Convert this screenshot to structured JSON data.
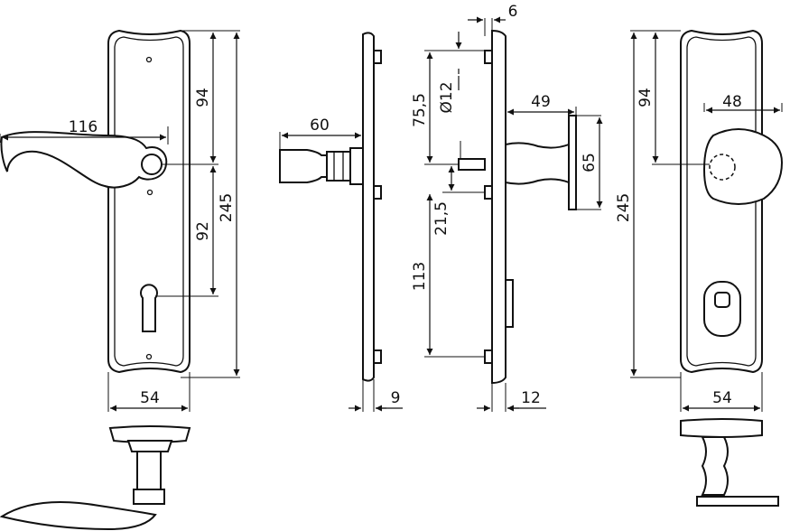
{
  "dimensions": {
    "lever_reach": "116",
    "spindle_to_top": "94",
    "spindle_to_keyhole": "92",
    "plate_height_left": "245",
    "plate_width_left": "54",
    "lever_projection": "60",
    "plate_thickness_inner": "9",
    "top_offset": "6",
    "spindle_diameter": "Ø12",
    "top_to_spindle_side": "75,5",
    "knob_projection": "49",
    "knob_diameter": "65",
    "spindle_to_screw": "21,5",
    "screw_spacing": "113",
    "plate_thickness_outer": "12",
    "knob_width": "48",
    "knob_to_top": "94",
    "plate_height_right": "245",
    "plate_width_right": "54"
  }
}
